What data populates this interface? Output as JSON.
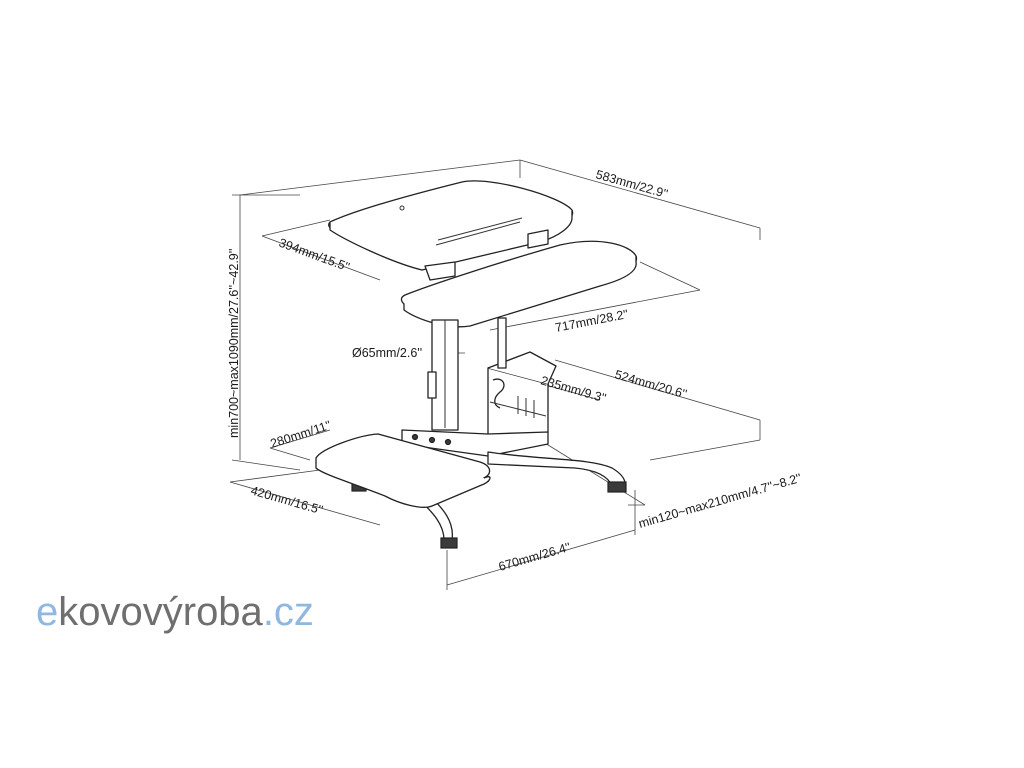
{
  "dimensions": {
    "top_width": "583mm/22.9''",
    "top_depth": "394mm/15.5''",
    "keyboard_width": "717mm/28.2''",
    "column_diameter": "Ø65mm/2.6''",
    "height_range": "min700~max1090mm/27.6''~42.9''",
    "cpu_holder_depth": "524mm/20.6''",
    "cpu_holder_width": "235mm/9.3''",
    "footrest_depth": "280mm/11''",
    "footrest_width": "420mm/16.5''",
    "base_width": "670mm/26.4''",
    "cpu_holder_range": "min120~max210mm/4.7''~8.2''"
  },
  "logo": {
    "first_letter": "e",
    "word": "kovovýroba",
    "domain": ".cz"
  },
  "colors": {
    "logo_accent": "#8fb8e0",
    "logo_text": "#6f6f6f",
    "line": "#222222"
  }
}
